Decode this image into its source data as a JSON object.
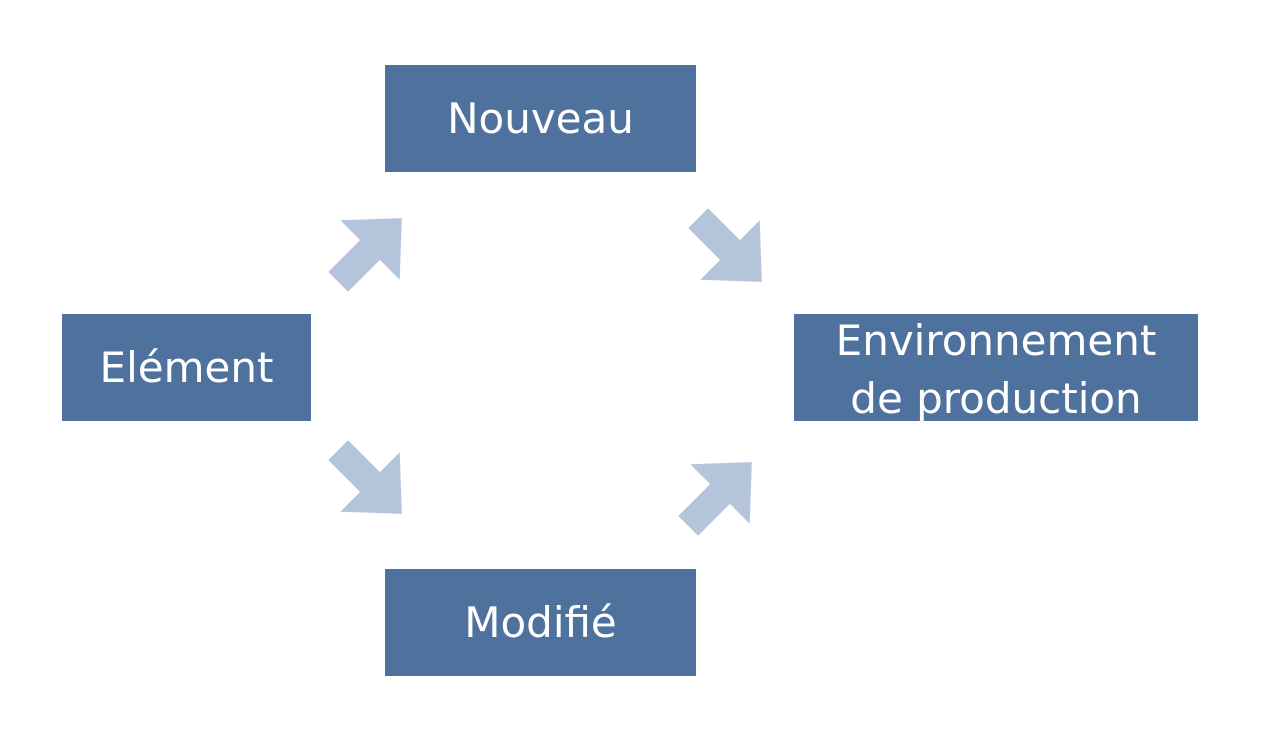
{
  "colors": {
    "box_fill": "#4f719e",
    "box_text": "#ffffff",
    "arrow_fill": "#b4c5db"
  },
  "nodes": {
    "nouveau": {
      "label": "Nouveau"
    },
    "element": {
      "label": "Elément"
    },
    "modifie": {
      "label": "Modifié"
    },
    "environnement": {
      "label_line1": "Environnement",
      "label_line2": "de production"
    }
  }
}
